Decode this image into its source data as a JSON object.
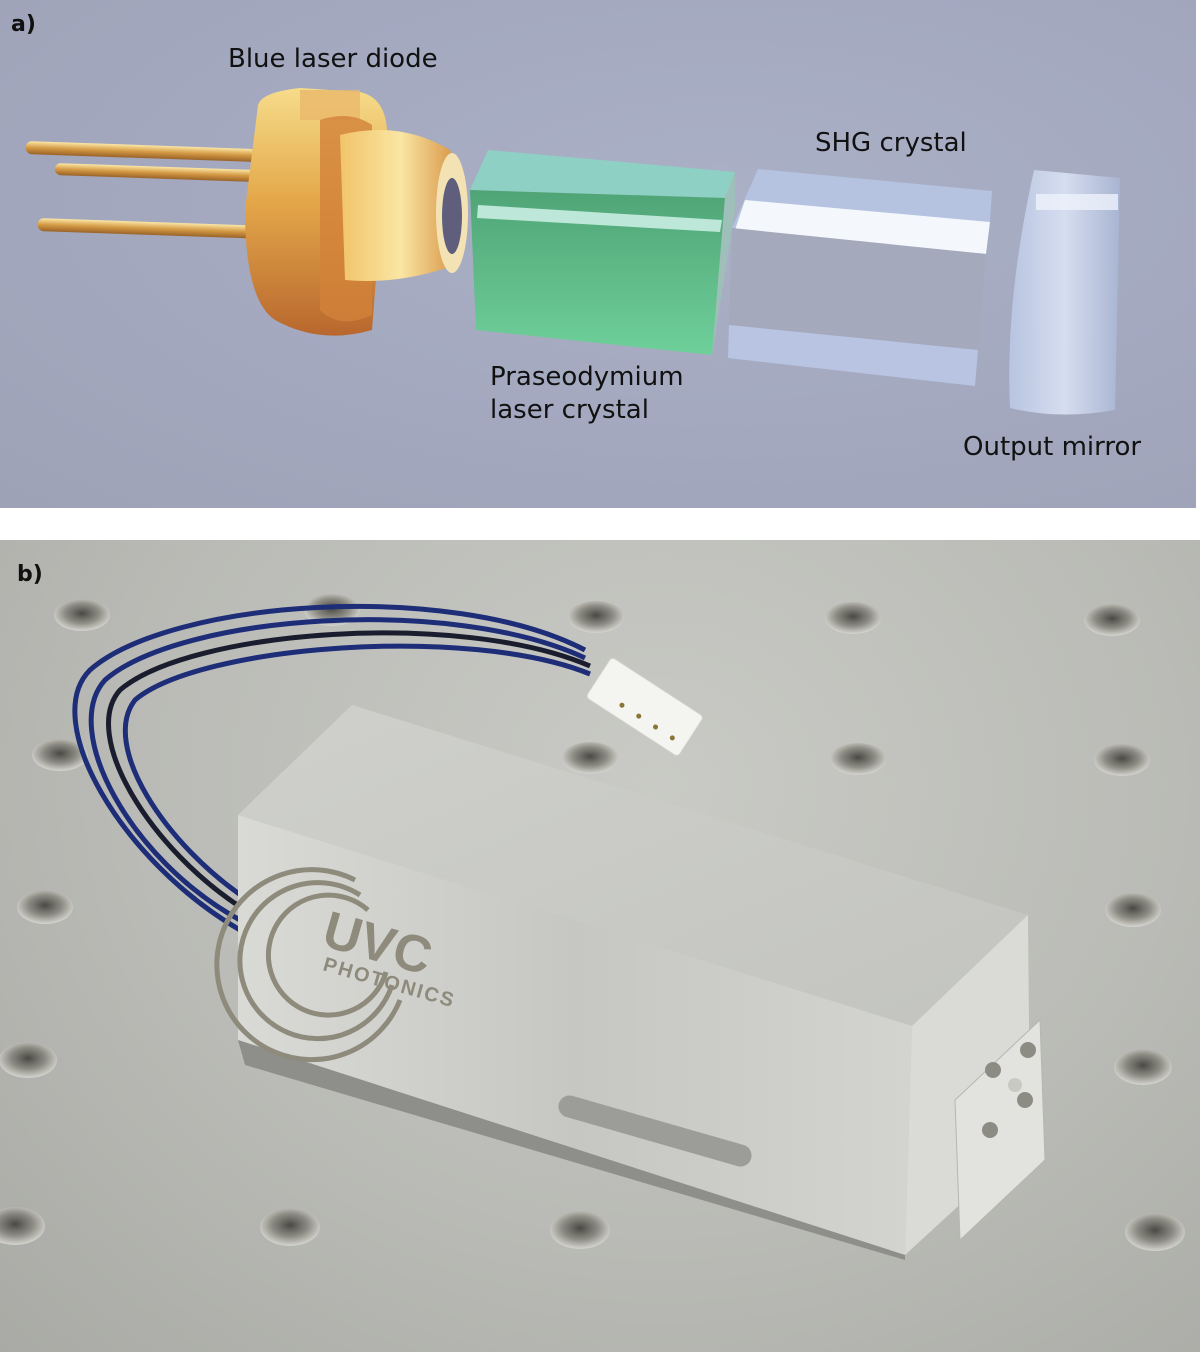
{
  "panel_a": {
    "label": "a)",
    "description": "Rendered exploded view of a diode-pumped praseodymium UV laser",
    "components": [
      {
        "id": "diode",
        "caption": "Blue laser diode"
      },
      {
        "id": "laser_crystal",
        "caption_line1": "Praseodymium",
        "caption_line2": "laser crystal"
      },
      {
        "id": "shg_crystal",
        "caption": "SHG crystal"
      },
      {
        "id": "output_mirror",
        "caption": "Output mirror"
      }
    ],
    "colors": {
      "background": "#a5aabf",
      "diode_gold": "#e0a54a",
      "crystal_green": "#5fc08a",
      "shg_glass": "#b7c3e2",
      "mirror_glass": "#b9c4dc"
    }
  },
  "panel_b": {
    "label": "b)",
    "description": "Photograph of the assembled laser module on an optical breadboard",
    "logo": {
      "line1": "UVC",
      "line2": "PHOTONICS"
    },
    "colors": {
      "breadboard": "#bcbdb8",
      "housing": "#d6d7d3",
      "cable_blue": "#1e2f7a",
      "connector": "#f3f3f0"
    }
  }
}
